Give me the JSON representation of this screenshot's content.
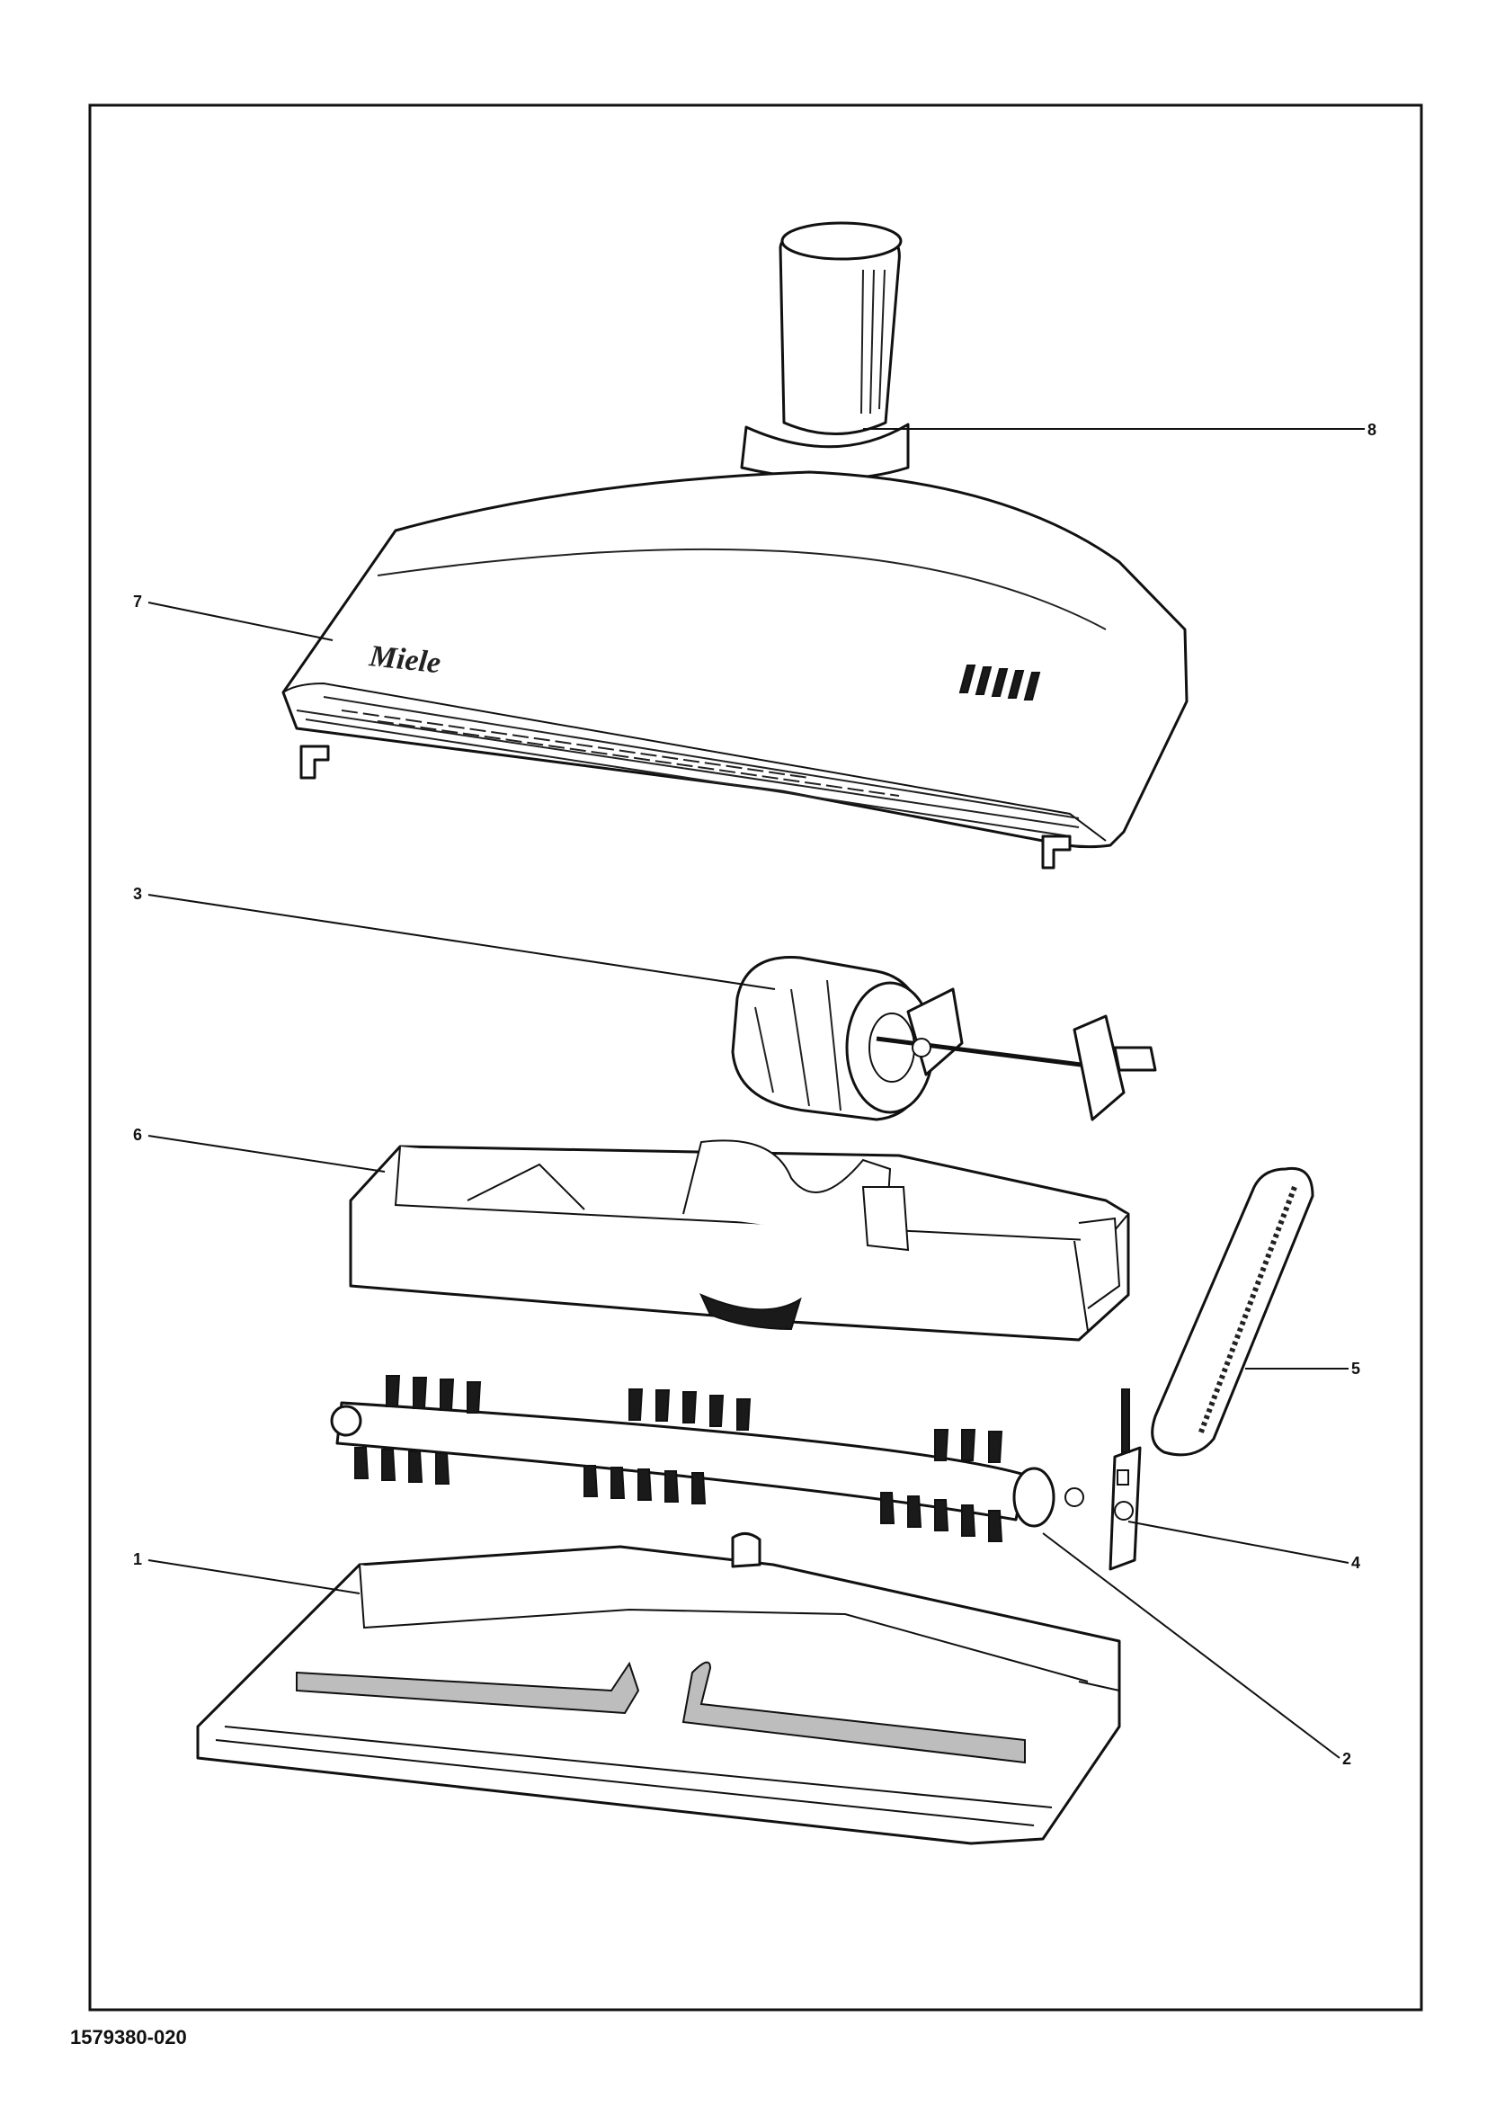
{
  "drawing_number": "1579380-020",
  "brand_text": "Miele",
  "callouts": {
    "c1": "1",
    "c2": "2",
    "c3": "3",
    "c4": "4",
    "c5": "5",
    "c6": "6",
    "c7": "7",
    "c8": "8"
  }
}
